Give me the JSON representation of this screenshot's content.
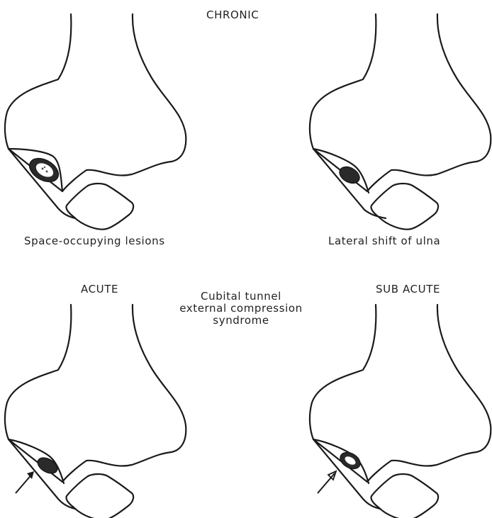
{
  "headings": {
    "chronic": "CHRONIC",
    "acute": "ACUTE",
    "sub_acute": "SUB ACUTE",
    "center_title": [
      "Cubital tunnel",
      "external compression",
      "syndrome"
    ]
  },
  "captions": {
    "space_occupying": "Space-occupying lesions",
    "lateral_shift": "Lateral shift of ulna"
  }
}
